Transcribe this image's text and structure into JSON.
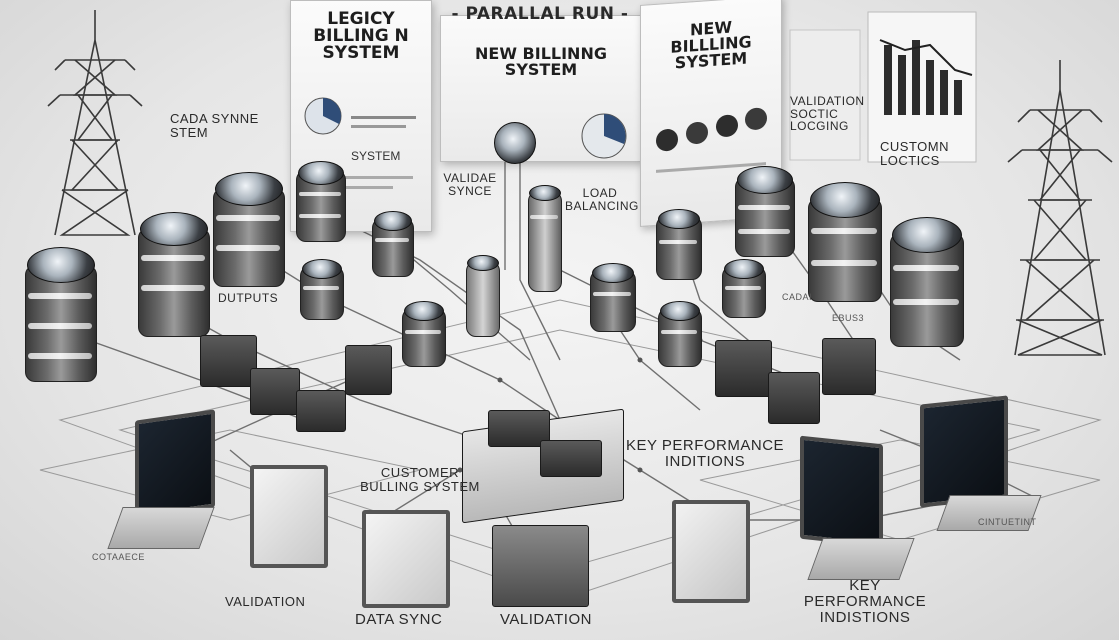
{
  "header": {
    "title": "- PARALLAL RUN -"
  },
  "panels": {
    "legacy": {
      "title": "LEGICY BILLING N SYSTEM",
      "subtitle": "SYSTEM"
    },
    "new_center": {
      "title": "NEW BILLINNG SYSTEM"
    },
    "new_right": {
      "title": "NEW BILLLING SYSTEM"
    }
  },
  "labels": {
    "data_sync_left": "CADA SYNNE STEM",
    "validation_sync": "VALIDAE SYNCE",
    "load_balancing": "LOAD BALANCING",
    "validation_logging": "VALIDATION SOCTIC LOCGING",
    "customer_loctics": "CUSTOMN LOCTICS",
    "outputs": "DUTPUTS",
    "cadai": "CADAI",
    "ebus": "EBUS3",
    "customer_billing": "CUSTOMER BULLING SYSTEM",
    "kpi_center": "KEY PERFORMANCE INDITIONS",
    "validation_left": "VALIDATION",
    "data_sync_bottom": "DATA SYNC",
    "validation_bottom": "VALIDATION",
    "kpi_bottom": "KEY PERFORMANCE INDISTIONS",
    "cotaaece": "COTAAECE",
    "cintuetint": "CINTUETINT"
  },
  "colors": {
    "background": "#e9e9e9",
    "metal_dark": "#2f2f2f",
    "metal_light": "#cfcfcf",
    "panel": "#f4f4f4",
    "line": "#6a6a6a"
  },
  "icons": [
    "transmission-tower-icon",
    "database-server-icon",
    "laptop-icon",
    "pie-chart-icon",
    "bar-chart-icon",
    "network-switch-icon"
  ]
}
